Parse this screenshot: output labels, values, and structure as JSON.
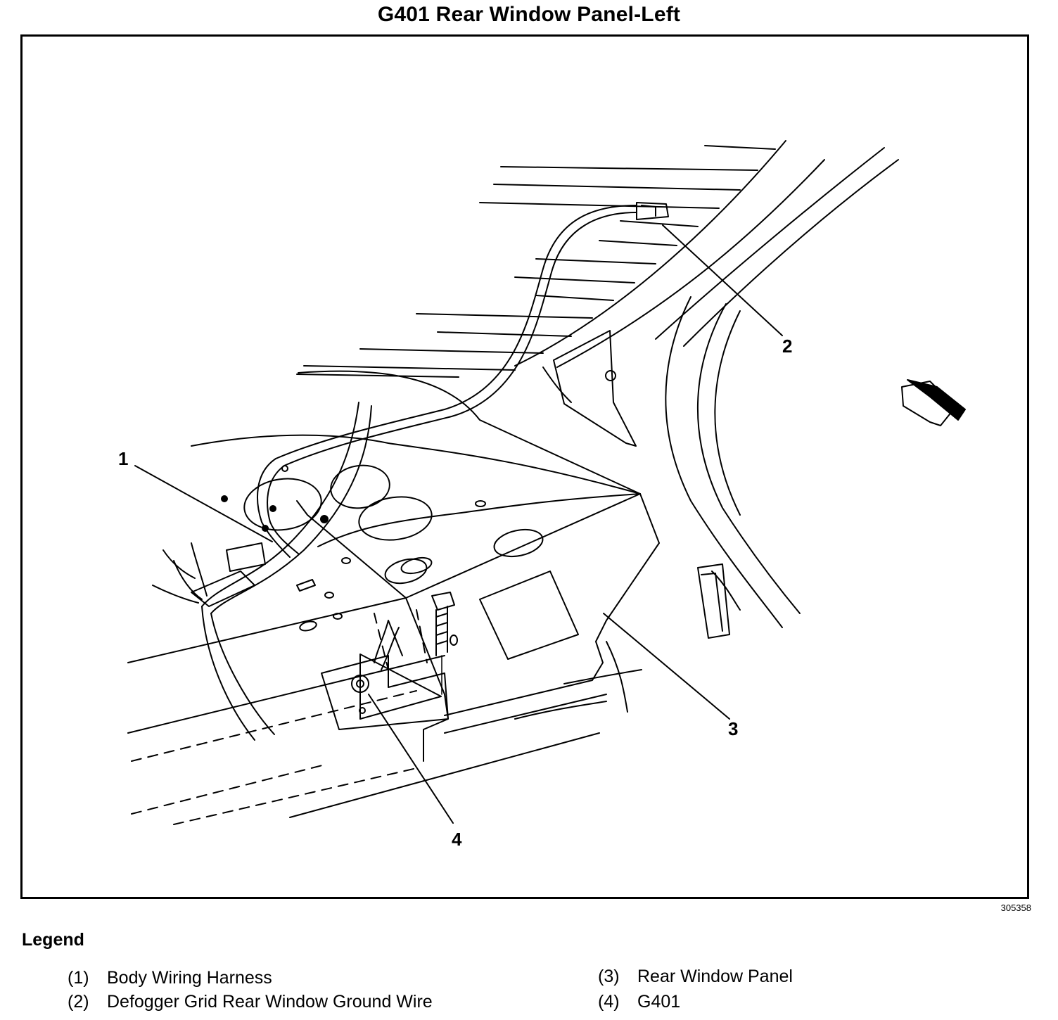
{
  "title": "G401 Rear Window Panel-Left",
  "figure_id": "305358",
  "callouts": [
    "1",
    "2",
    "3",
    "4"
  ],
  "legend": {
    "heading": "Legend",
    "items": [
      {
        "num": "(1)",
        "label": "Body Wiring Harness"
      },
      {
        "num": "(2)",
        "label": "Defogger Grid Rear Window Ground Wire"
      },
      {
        "num": "(3)",
        "label": "Rear Window Panel"
      },
      {
        "num": "(4)",
        "label": "G401"
      }
    ]
  }
}
